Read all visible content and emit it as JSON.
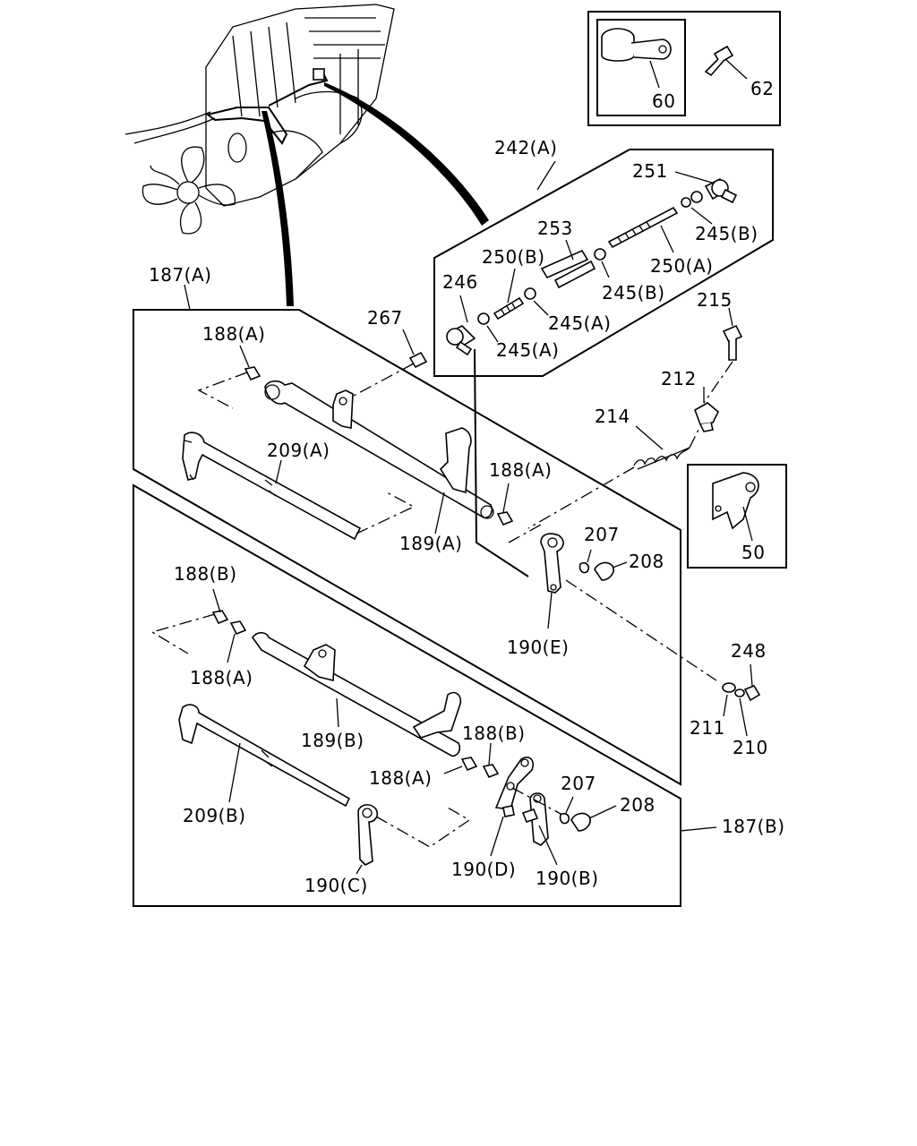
{
  "labels": {
    "p60": "60",
    "p62": "62",
    "p242a": "242(A)",
    "p251": "251",
    "p245b_1": "245(B)",
    "p253": "253",
    "p250b": "250(B)",
    "p250a": "250(A)",
    "p246": "246",
    "p245b_2": "245(B)",
    "p245a_1": "245(A)",
    "p245a_2": "245(A)",
    "p215": "215",
    "p187a": "187(A)",
    "p267": "267",
    "p188a_1": "188(A)",
    "p212": "212",
    "p214": "214",
    "p209a": "209(A)",
    "p188a_2": "188(A)",
    "p189a": "189(A)",
    "p50": "50",
    "p207_1": "207",
    "p208_1": "208",
    "p188b_1": "188(B)",
    "p190e": "190(E)",
    "p188a_3": "188(A)",
    "p248": "248",
    "p211": "211",
    "p210": "210",
    "p189b": "189(B)",
    "p188b_2": "188(B)",
    "p188a_4": "188(A)",
    "p207_2": "207",
    "p208_2": "208",
    "p209b": "209(B)",
    "p187b": "187(B)",
    "p190d": "190(D)",
    "p190b": "190(B)",
    "p190c": "190(C)"
  }
}
